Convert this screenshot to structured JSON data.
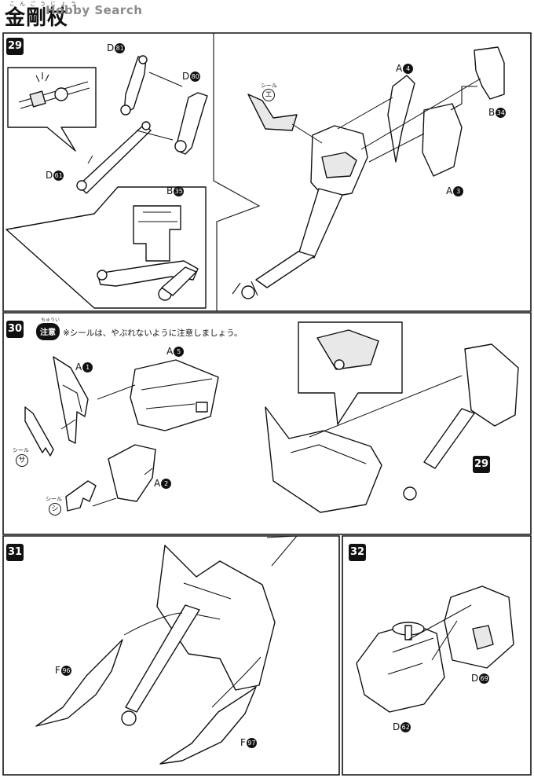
{
  "header": {
    "title": "金剛杖",
    "ruby": "こんごうじょう",
    "watermark": "Hobby Search"
  },
  "steps": [
    {
      "number": "29"
    },
    {
      "number": "30"
    },
    {
      "number": "31"
    },
    {
      "number": "32"
    }
  ],
  "step29": {
    "labels": {
      "d81": {
        "letter": "D",
        "num": "81"
      },
      "d80": {
        "letter": "D",
        "num": "80"
      },
      "d61": {
        "letter": "D",
        "num": "61"
      },
      "b35": {
        "letter": "B",
        "num": "35"
      },
      "a4": {
        "letter": "A",
        "num": "4"
      },
      "b34": {
        "letter": "B",
        "num": "34"
      },
      "a3": {
        "letter": "A",
        "num": "3"
      }
    },
    "seal": {
      "caption": "シール",
      "mark": "エ"
    }
  },
  "step30": {
    "caution_ruby": "ちゅうい",
    "caution_tag": "注意",
    "caution_text": "※シールは、やぶれないように注意しましょう。",
    "labels": {
      "a1": {
        "letter": "A",
        "num": "1"
      },
      "a5": {
        "letter": "A",
        "num": "5"
      },
      "a2": {
        "letter": "A",
        "num": "2"
      }
    },
    "seal_sa": {
      "caption": "シール",
      "mark": "サ"
    },
    "seal_shi": {
      "caption": "シール",
      "mark": "シ"
    },
    "ref": "29"
  },
  "step31": {
    "labels": {
      "f96": {
        "letter": "F",
        "num": "96"
      },
      "f97": {
        "letter": "F",
        "num": "97"
      }
    }
  },
  "step32": {
    "labels": {
      "d69": {
        "letter": "D",
        "num": "69"
      },
      "d62": {
        "letter": "D",
        "num": "62"
      }
    }
  }
}
